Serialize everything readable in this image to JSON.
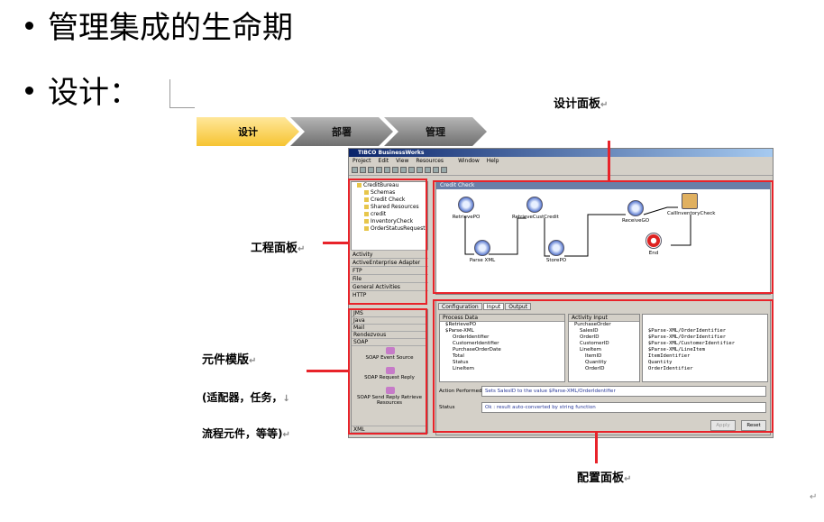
{
  "slide": {
    "bullet1": "管理集成的生命期",
    "bullet2": "设计："
  },
  "labels": {
    "design_panel": "设计面板",
    "project_panel": "工程面板",
    "palette_panel": "元件模版",
    "palette_note1": "(适配器，任务，",
    "palette_note2": "流程元件，等等)",
    "config_panel": "配置面板"
  },
  "steps": [
    "设计",
    "部署",
    "管理"
  ],
  "app": {
    "title": "TIBCO BusinessWorks",
    "menu": [
      "Project",
      "Edit",
      "View",
      "Resources",
      "Window",
      "Help"
    ],
    "project_tree": [
      "CreditBureau",
      "Schemas",
      "Credit Check",
      "Shared Resources",
      "credit",
      "InventoryCheck",
      "OrderStatusRequest"
    ],
    "palette_groups": [
      "Activity",
      "ActiveEnterprise Adapter",
      "FTP",
      "File",
      "General Activities",
      "HTTP"
    ],
    "resource_groups": [
      "JMS",
      "Java",
      "Mail",
      "Rendezvous",
      "SOAP"
    ],
    "resource_items": [
      "SOAP Event Source",
      "SOAP Request Reply",
      "SOAP Send Reply Retrieve Resources"
    ],
    "resource_footer": "XML",
    "design_header": "Credit Check",
    "nodes": [
      "RetrievePO",
      "RetrieveCustCredit",
      "ReceiveGO",
      "CallInventoryCheck",
      "Parse XML",
      "StorePO",
      "End"
    ],
    "config_tabs": [
      "Configuration",
      "Input",
      "Output"
    ],
    "process_data_label": "Process Data",
    "process_data": [
      "$RetrievePO",
      "$Parse-XML",
      "OrderIdentifier",
      "CustomerIdentifier",
      "PurchaseOrderDate",
      "Total",
      "Status",
      "LineItem"
    ],
    "activity_input_label": "Activity Input",
    "activity_input": [
      "PurchaseOrder",
      "SalesID",
      "OrderID",
      "CustomerID",
      "LineItem",
      "ItemID",
      "Quantity",
      "OrderID"
    ],
    "mapping_values": [
      "$Parse-XML/OrderIdentifier",
      "$Parse-XML/OrderIdentifier",
      "$Parse-XML/CustomerIdentifier",
      "$Parse-XML/LineItem",
      "ItemIdentifier",
      "Quantity",
      "OrderIdentifier"
    ],
    "action_label": "Action Performed",
    "action_text": "Sets SalesID to the value $Parse-XML/OrderIdentifier",
    "status_label": "Status",
    "status_text": "Ok : result auto-converted by string function",
    "apply_label": "Apply",
    "reset_label": "Reset"
  },
  "colors": {
    "annotation_red": "#e8232a",
    "step_active": "#f6c432",
    "step_inactive": "#6f6f6f"
  }
}
